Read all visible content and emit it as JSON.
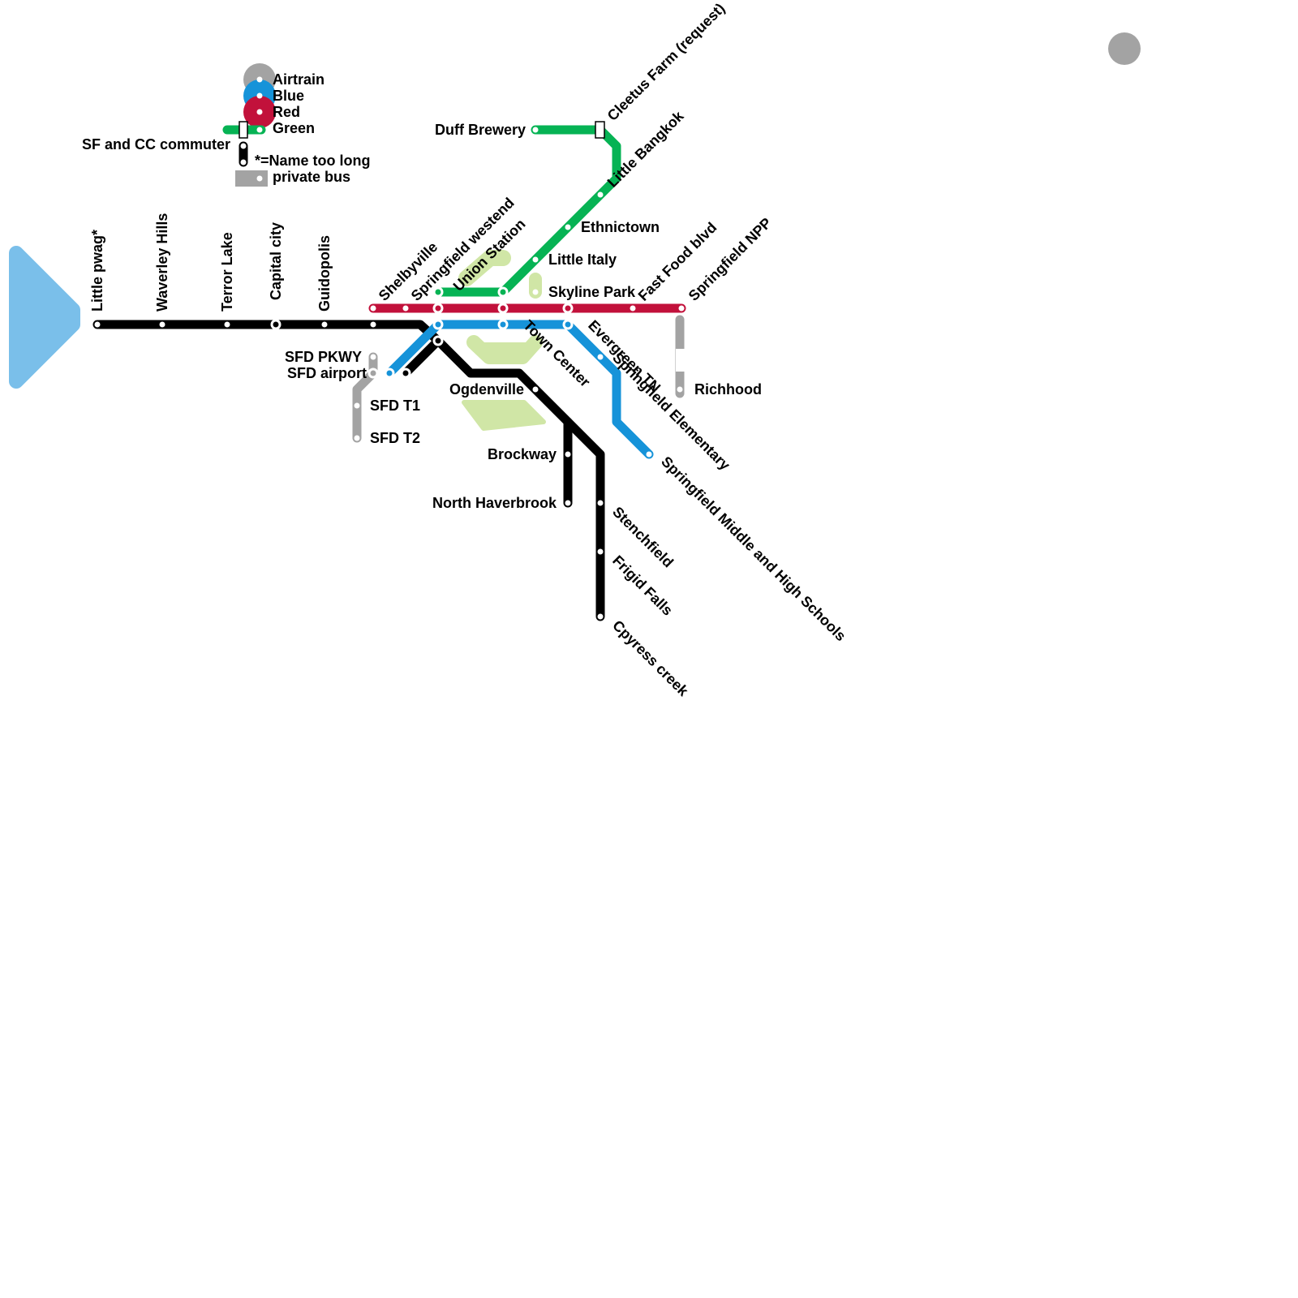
{
  "colors": {
    "airtrain": "#a3a3a3",
    "blue": "#1693d9",
    "red": "#c2113b",
    "green": "#06b354",
    "commuter": "#000000",
    "park": "#d0e6a6",
    "water": "#7abfea"
  },
  "legend": {
    "airtrain": "Airtrain",
    "blue": "Blue",
    "red": "Red",
    "green": "Green",
    "commuter": "SF and CC commuter",
    "note": "*=Name too long",
    "bus": "private bus"
  },
  "stations": {
    "little_pwag": "Little pwag*",
    "waverley_hills": "Waverley Hills",
    "terror_lake": "Terror Lake",
    "capital_city": "Capital city",
    "guidopolis": "Guidopolis",
    "shelbyville": "Shelbyville",
    "springfield_westend": "Springfield westend",
    "union_station": "Union Station",
    "duff_brewery": "Duff Brewery",
    "cleetus_farm": "Cleetus Farm (request)",
    "little_bangkok": "Little Bangkok",
    "ethnictown": "Ethnictown",
    "little_italy": "Little Italy",
    "skyline_park": "Skyline Park",
    "fast_food_blvd": "Fast Food blvd",
    "springfield_npp": "Springfield NPP",
    "richhood": "Richhood",
    "sfd_pkwy": "SFD PKWY",
    "sfd_airport": "SFD airport",
    "sfd_t1": "SFD T1",
    "sfd_t2": "SFD T2",
    "ogdenville": "Ogdenville",
    "town_center": "Town Center",
    "evergreen_tn": "Evergreen TN",
    "springfield_elementary": "Springfield Elementary",
    "springfield_middle_high": "Springfield Middle and High Schools",
    "brockway": "Brockway",
    "north_haverbrook": "North Haverbrook",
    "stenchfield": "Stenchfield",
    "frigid_falls": "Frigid Falls",
    "cpyress_creek": "Cpyress creek"
  }
}
